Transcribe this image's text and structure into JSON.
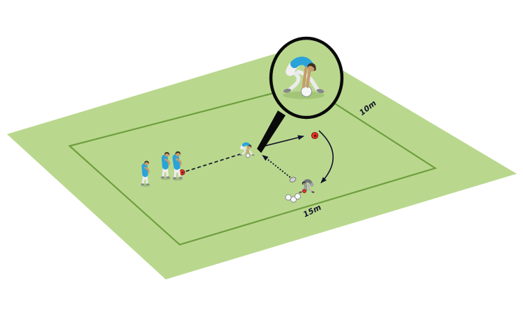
{
  "diagram": {
    "type": "training-drill-field",
    "dimension_labels": {
      "side": "10m",
      "base": "15m"
    },
    "colors": {
      "field": "#b9d88e",
      "boundary_line": "#6f9e3e",
      "shirt_blue": "#2aa3d8",
      "ball_red": "#e23528",
      "ball_white": "#f7f7f7",
      "ink": "#14142b"
    },
    "entities": {
      "queue_player_count": 3,
      "pickup_player_count": 1,
      "collector_player_count": 1,
      "red_ball_count": 2,
      "white_spare_ball_count": 3,
      "gray_feed_ball_count": 1,
      "magnifier_inset_count": 1
    }
  }
}
